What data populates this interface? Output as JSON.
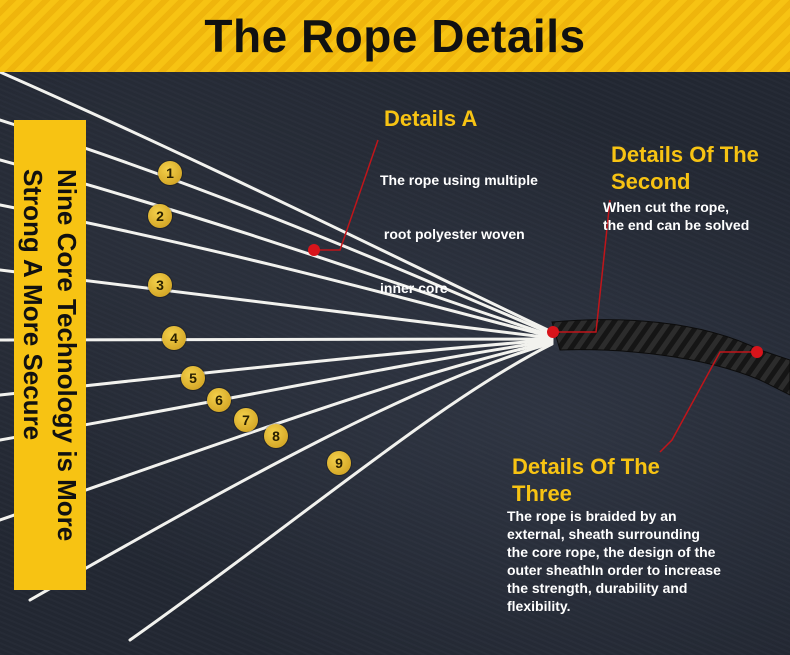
{
  "header": {
    "title": "The Rope Details"
  },
  "side_tag": {
    "line1": "Nine Core Technology is More",
    "line2": "Strong A More Secure"
  },
  "markers": [
    "1",
    "2",
    "3",
    "4",
    "5",
    "6",
    "7",
    "8",
    "9"
  ],
  "details_a": {
    "heading": "Details A",
    "text_lines": [
      "The rope using multiple",
      " root polyester woven",
      "inner core"
    ]
  },
  "details_second": {
    "heading_lines": [
      "Details Of The",
      "Second"
    ],
    "text_lines": [
      "When cut the rope,",
      "the end can be solved"
    ]
  },
  "details_three": {
    "heading_lines": [
      "Details Of The",
      "Three"
    ],
    "text_lines": [
      "The rope is braided by an",
      "external, sheath surrounding",
      "the core rope, the design of the",
      "outer sheathIn order to increase",
      "the strength, durability and",
      "flexibility."
    ]
  },
  "colors": {
    "accent": "#f7c313",
    "background": "#232833",
    "callout_line": "#c0151a",
    "strand": "#f2f2ee",
    "rope": "#151515"
  }
}
